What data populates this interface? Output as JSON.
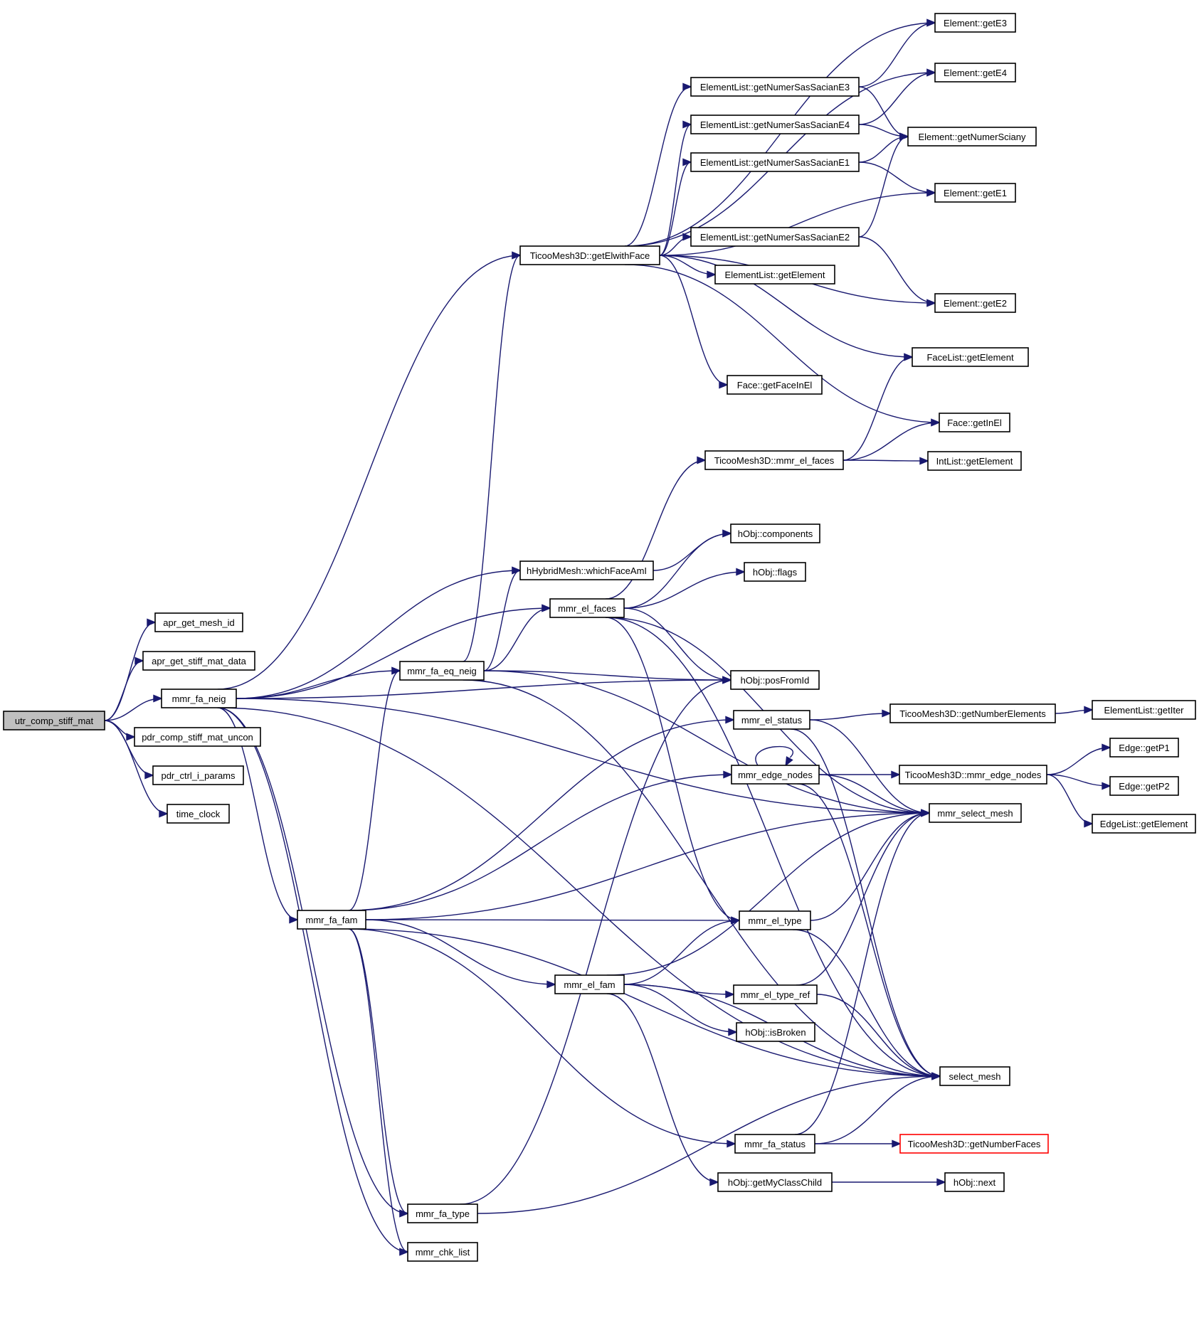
{
  "colors": {
    "edge": "#191970",
    "root_fill": "#bfbfbf",
    "node_border": "#000000",
    "truncated_border": "#ff0000"
  },
  "nodes": [
    {
      "id": "utr",
      "label": "utr_comp_stiff_mat",
      "root": true
    },
    {
      "id": "apr_mesh",
      "label": "apr_get_mesh_id"
    },
    {
      "id": "apr_stiff",
      "label": "apr_get_stiff_mat_data"
    },
    {
      "id": "fa_neig",
      "label": "mmr_fa_neig"
    },
    {
      "id": "pdr_comp",
      "label": "pdr_comp_stiff_mat_uncon"
    },
    {
      "id": "pdr_ctrl",
      "label": "pdr_ctrl_i_params"
    },
    {
      "id": "time_clock",
      "label": "time_clock"
    },
    {
      "id": "getElwithFace",
      "label": "TicooMesh3D::getElwithFace"
    },
    {
      "id": "whichFaceAmI",
      "label": "hHybridMesh::whichFaceAmI"
    },
    {
      "id": "el_faces",
      "label": "mmr_el_faces"
    },
    {
      "id": "fa_eq_neig",
      "label": "mmr_fa_eq_neig"
    },
    {
      "id": "fa_fam",
      "label": "mmr_fa_fam"
    },
    {
      "id": "fa_type",
      "label": "mmr_fa_type"
    },
    {
      "id": "chk_list",
      "label": "mmr_chk_list"
    },
    {
      "id": "el_fam",
      "label": "mmr_el_fam"
    },
    {
      "id": "el_status",
      "label": "mmr_el_status"
    },
    {
      "id": "edge_nodes",
      "label": "mmr_edge_nodes"
    },
    {
      "id": "el_type",
      "label": "mmr_el_type"
    },
    {
      "id": "el_type_ref",
      "label": "mmr_el_type_ref"
    },
    {
      "id": "isBroken",
      "label": "hObj::isBroken"
    },
    {
      "id": "fa_status",
      "label": "mmr_fa_status"
    },
    {
      "id": "getMyClassChild",
      "label": "hObj::getMyClassChild"
    },
    {
      "id": "components",
      "label": "hObj::components"
    },
    {
      "id": "flags",
      "label": "hObj::flags"
    },
    {
      "id": "posFromId",
      "label": "hObj::posFromId"
    },
    {
      "id": "mmr_el_faces_t",
      "label": "TicooMesh3D::mmr_el_faces"
    },
    {
      "id": "el_getNumE3",
      "label": "ElementList::getNumerSasSacianE3"
    },
    {
      "id": "el_getNumE4",
      "label": "ElementList::getNumerSasSacianE4"
    },
    {
      "id": "el_getNumE1",
      "label": "ElementList::getNumerSasSacianE1"
    },
    {
      "id": "el_getNumE2",
      "label": "ElementList::getNumerSasSacianE2"
    },
    {
      "id": "elList_getElement",
      "label": "ElementList::getElement"
    },
    {
      "id": "getFaceInEl",
      "label": "Face::getFaceInEl"
    },
    {
      "id": "getE3",
      "label": "Element::getE3"
    },
    {
      "id": "getE4",
      "label": "Element::getE4"
    },
    {
      "id": "getNumerSciany",
      "label": "Element::getNumerSciany"
    },
    {
      "id": "getE1",
      "label": "Element::getE1"
    },
    {
      "id": "getE2",
      "label": "Element::getE2"
    },
    {
      "id": "faceList_getElement",
      "label": "FaceList::getElement"
    },
    {
      "id": "getInEl",
      "label": "Face::getInEl"
    },
    {
      "id": "intList_getElement",
      "label": "IntList::getElement"
    },
    {
      "id": "getNumberElements",
      "label": "TicooMesh3D::getNumberElements"
    },
    {
      "id": "t_edge_nodes",
      "label": "TicooMesh3D::mmr_edge_nodes"
    },
    {
      "id": "select_mesh_m",
      "label": "mmr_select_mesh"
    },
    {
      "id": "select_mesh",
      "label": "select_mesh"
    },
    {
      "id": "getNumberFaces",
      "label": "TicooMesh3D::getNumberFaces",
      "truncated": true
    },
    {
      "id": "next",
      "label": "hObj::next"
    },
    {
      "id": "getIter",
      "label": "ElementList::getIter"
    },
    {
      "id": "getP1",
      "label": "Edge::getP1"
    },
    {
      "id": "getP2",
      "label": "Edge::getP2"
    },
    {
      "id": "edgeList_getElement",
      "label": "EdgeList::getElement"
    }
  ],
  "edges": [
    [
      "utr",
      "apr_mesh"
    ],
    [
      "utr",
      "apr_stiff"
    ],
    [
      "utr",
      "fa_neig"
    ],
    [
      "utr",
      "pdr_comp"
    ],
    [
      "utr",
      "pdr_ctrl"
    ],
    [
      "utr",
      "time_clock"
    ],
    [
      "fa_neig",
      "getElwithFace"
    ],
    [
      "fa_neig",
      "whichFaceAmI"
    ],
    [
      "fa_neig",
      "el_faces"
    ],
    [
      "fa_neig",
      "fa_eq_neig"
    ],
    [
      "fa_neig",
      "posFromId"
    ],
    [
      "fa_neig",
      "select_mesh_m"
    ],
    [
      "fa_neig",
      "fa_fam"
    ],
    [
      "fa_neig",
      "fa_type"
    ],
    [
      "fa_neig",
      "chk_list"
    ],
    [
      "fa_neig",
      "select_mesh"
    ],
    [
      "getElwithFace",
      "getE3"
    ],
    [
      "getElwithFace",
      "getE4"
    ],
    [
      "getElwithFace",
      "el_getNumE3"
    ],
    [
      "getElwithFace",
      "el_getNumE4"
    ],
    [
      "getElwithFace",
      "el_getNumE1"
    ],
    [
      "getElwithFace",
      "getE1"
    ],
    [
      "getElwithFace",
      "el_getNumE2"
    ],
    [
      "getElwithFace",
      "elList_getElement"
    ],
    [
      "getElwithFace",
      "getE2"
    ],
    [
      "getElwithFace",
      "faceList_getElement"
    ],
    [
      "getElwithFace",
      "getFaceInEl"
    ],
    [
      "getElwithFace",
      "getInEl"
    ],
    [
      "el_getNumE3",
      "getE3"
    ],
    [
      "el_getNumE3",
      "getNumerSciany"
    ],
    [
      "el_getNumE4",
      "getE4"
    ],
    [
      "el_getNumE4",
      "getNumerSciany"
    ],
    [
      "el_getNumE1",
      "getNumerSciany"
    ],
    [
      "el_getNumE1",
      "getE1"
    ],
    [
      "el_getNumE2",
      "getNumerSciany"
    ],
    [
      "el_getNumE2",
      "getE2"
    ],
    [
      "mmr_el_faces_t",
      "faceList_getElement"
    ],
    [
      "mmr_el_faces_t",
      "getInEl"
    ],
    [
      "mmr_el_faces_t",
      "intList_getElement"
    ],
    [
      "whichFaceAmI",
      "components"
    ],
    [
      "el_faces",
      "mmr_el_faces_t"
    ],
    [
      "el_faces",
      "components"
    ],
    [
      "el_faces",
      "flags"
    ],
    [
      "el_faces",
      "posFromId"
    ],
    [
      "el_faces",
      "select_mesh_m"
    ],
    [
      "el_faces",
      "el_type"
    ],
    [
      "el_faces",
      "select_mesh"
    ],
    [
      "fa_eq_neig",
      "getElwithFace"
    ],
    [
      "fa_eq_neig",
      "whichFaceAmI"
    ],
    [
      "fa_eq_neig",
      "el_faces"
    ],
    [
      "fa_eq_neig",
      "posFromId"
    ],
    [
      "fa_eq_neig",
      "select_mesh_m"
    ],
    [
      "fa_eq_neig",
      "select_mesh"
    ],
    [
      "el_status",
      "getNumberElements"
    ],
    [
      "el_status",
      "select_mesh_m"
    ],
    [
      "el_status",
      "select_mesh"
    ],
    [
      "getNumberElements",
      "getIter"
    ],
    [
      "edge_nodes",
      "edge_nodes"
    ],
    [
      "edge_nodes",
      "t_edge_nodes"
    ],
    [
      "edge_nodes",
      "select_mesh_m"
    ],
    [
      "edge_nodes",
      "select_mesh"
    ],
    [
      "t_edge_nodes",
      "getP1"
    ],
    [
      "t_edge_nodes",
      "getP2"
    ],
    [
      "t_edge_nodes",
      "edgeList_getElement"
    ],
    [
      "fa_fam",
      "fa_eq_neig"
    ],
    [
      "fa_fam",
      "el_status"
    ],
    [
      "fa_fam",
      "edge_nodes"
    ],
    [
      "fa_fam",
      "select_mesh_m"
    ],
    [
      "fa_fam",
      "el_type"
    ],
    [
      "fa_fam",
      "el_fam"
    ],
    [
      "fa_fam",
      "fa_status"
    ],
    [
      "fa_fam",
      "fa_type"
    ],
    [
      "fa_fam",
      "chk_list"
    ],
    [
      "fa_fam",
      "select_mesh"
    ],
    [
      "el_type",
      "select_mesh_m"
    ],
    [
      "el_type",
      "select_mesh"
    ],
    [
      "el_fam",
      "el_type"
    ],
    [
      "el_fam",
      "select_mesh_m"
    ],
    [
      "el_fam",
      "el_type_ref"
    ],
    [
      "el_fam",
      "isBroken"
    ],
    [
      "el_fam",
      "select_mesh"
    ],
    [
      "el_fam",
      "getMyClassChild"
    ],
    [
      "el_type_ref",
      "select_mesh_m"
    ],
    [
      "el_type_ref",
      "select_mesh"
    ],
    [
      "fa_status",
      "select_mesh_m"
    ],
    [
      "fa_status",
      "select_mesh"
    ],
    [
      "fa_status",
      "getNumberFaces"
    ],
    [
      "getMyClassChild",
      "next"
    ],
    [
      "fa_type",
      "posFromId"
    ],
    [
      "fa_type",
      "select_mesh"
    ]
  ]
}
